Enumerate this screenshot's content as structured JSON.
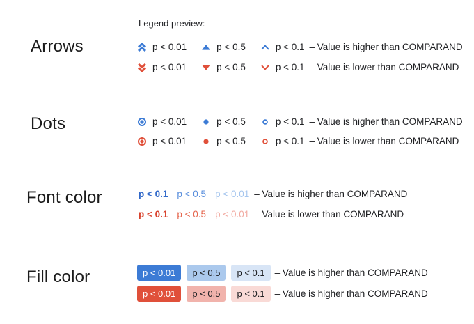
{
  "header": {
    "title": "Legend preview:"
  },
  "colors": {
    "marker_blue": "#3c7bd5",
    "marker_red": "#e0503a",
    "font_blue_bold": "#3169c9",
    "font_blue_medium": "#5a8fdd",
    "font_blue_light": "#a6c6ee",
    "font_red_bold": "#d8432e",
    "font_red_medium": "#e5674f",
    "font_red_light": "#f2aba2",
    "fill_blue_strong": "#3c7bd5",
    "fill_blue_medium": "#abc9ed",
    "fill_blue_light": "#d8e5f6",
    "fill_red_strong": "#e0503a",
    "fill_red_medium": "#f1b3ac",
    "fill_red_light": "#f9dad6",
    "text": "#202124"
  },
  "sections": [
    {
      "label": "Arrows",
      "rows": [
        {
          "items": [
            {
              "icon": "double-chevron-up",
              "label": "p < 0.01"
            },
            {
              "icon": "triangle-up",
              "label": "p < 0.5"
            },
            {
              "icon": "chevron-up",
              "label": "p < 0.1"
            }
          ],
          "description": "– Value is higher than COMPARAND"
        },
        {
          "items": [
            {
              "icon": "double-chevron-down",
              "label": "p < 0.01"
            },
            {
              "icon": "triangle-down",
              "label": "p < 0.5"
            },
            {
              "icon": "chevron-down",
              "label": "p < 0.1"
            }
          ],
          "description": "– Value is lower than COMPARAND"
        }
      ]
    },
    {
      "label": "Dots",
      "rows": [
        {
          "items": [
            {
              "icon": "ringed-dot",
              "label": "p < 0.01"
            },
            {
              "icon": "filled-dot",
              "label": "p < 0.5"
            },
            {
              "icon": "open-dot",
              "label": "p < 0.1"
            }
          ],
          "description": "– Value is higher than COMPARAND"
        },
        {
          "items": [
            {
              "icon": "ringed-dot",
              "label": "p < 0.01"
            },
            {
              "icon": "filled-dot",
              "label": "p < 0.5"
            },
            {
              "icon": "open-dot",
              "label": "p < 0.1"
            }
          ],
          "description": "– Value is lower than COMPARAND"
        }
      ]
    },
    {
      "label": "Font color",
      "rows": [
        {
          "items": [
            {
              "label": "p < 0.1"
            },
            {
              "label": "p < 0.5"
            },
            {
              "label": "p < 0.01"
            }
          ],
          "description": "– Value is higher than COMPARAND"
        },
        {
          "items": [
            {
              "label": "p < 0.1"
            },
            {
              "label": "p < 0.5"
            },
            {
              "label": "p < 0.01"
            }
          ],
          "description": "– Value is lower than COMPARAND"
        }
      ]
    },
    {
      "label": "Fill color",
      "rows": [
        {
          "items": [
            {
              "label": "p < 0.01"
            },
            {
              "label": "p < 0.5"
            },
            {
              "label": "p < 0.1"
            }
          ],
          "description": "– Value is higher than COMPARAND"
        },
        {
          "items": [
            {
              "label": "p < 0.01"
            },
            {
              "label": "p < 0.5"
            },
            {
              "label": "p < 0.1"
            }
          ],
          "description": "– Value is higher than COMPARAND"
        }
      ]
    }
  ]
}
